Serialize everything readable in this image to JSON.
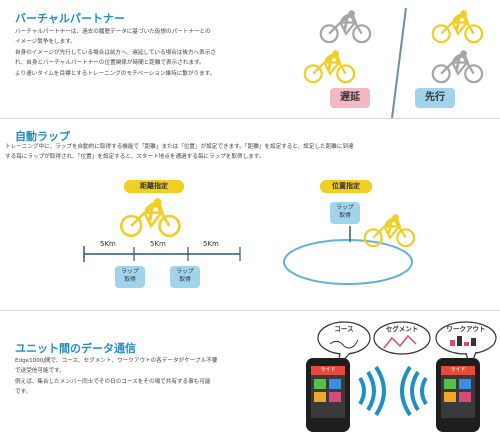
{
  "virtual_partner": {
    "heading": "バーチャルパートナー",
    "lines": [
      "バーチャルパートナーは、過去の履歴データに基づいた仮想のパートナーとの",
      "イメージ競争をします。",
      "自身のイメージが先行している場合は前方へ、遅延している場合は後方へ表示さ",
      "れ、自身とバーチャルパートナーの位置関係が時間と距離で表示されます。",
      "より速いタイムを目標とするトレーニングのモチベーション維持に繋がります。"
    ],
    "behind_label": "遅延",
    "ahead_label": "先行"
  },
  "auto_lap": {
    "heading": "自動ラップ",
    "lines": [
      "トレーニング中に、ラップを自動的に取得する機能で「距離」または「位置」が設定できます。「距離」を設定すると、設定した距離に到達",
      "する毎にラップが取得され、「位置」を設定すると、スタート地点を通過する毎にラップを取得します。"
    ],
    "by_distance_label": "距離指定",
    "by_position_label": "位置指定",
    "distance_marks": [
      "5Km",
      "5Km",
      "5Km"
    ],
    "lap_label": "ラップ\n取得"
  },
  "unit_transfer": {
    "heading": "ユニット間のデータ通信",
    "lines": [
      "Edge1000J間で、コース、セグメント、ワークアウトの各データがケーブル不要",
      "で送受信可能です。",
      "例えば、集合したメンバー同士でその日のコースをその場で共有する事も可能",
      "です。"
    ],
    "cloud_labels": [
      "コース",
      "セグメント",
      "ワークアウト"
    ],
    "device_screen_label": "ライド"
  },
  "colors": {
    "accent_blue": "#1f8fc4",
    "yellow": "#f2cf25",
    "pink": "#f4b7c4",
    "light_blue": "#9fd4ec",
    "grey_rider": "#a6a6a6"
  }
}
